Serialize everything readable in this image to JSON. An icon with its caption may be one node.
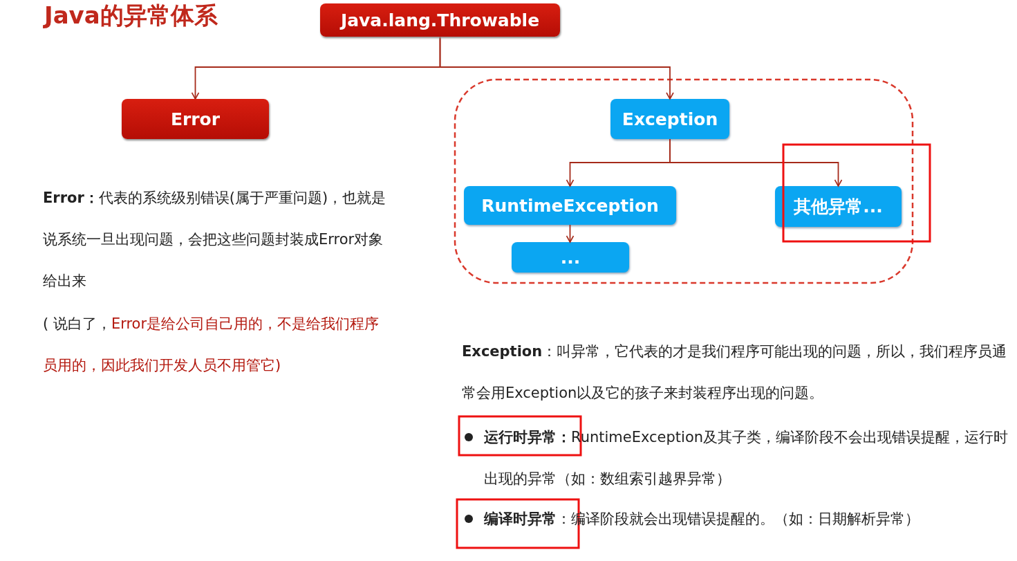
{
  "diagram": {
    "title": "Java的异常体系",
    "nodes": [
      {
        "text": [
          "Java.lang.Throwable"
        ]
      },
      {
        "text": [
          "Error"
        ]
      },
      {
        "text": [],
        "shape": "box"
      },
      {
        "text": [
          "Exception"
        ],
        "in": 2
      },
      {
        "text": [
          "RuntimeException"
        ],
        "in": 2
      },
      {
        "text": [
          "其他异常..."
        ],
        "in": 2
      },
      {
        "text": [
          "..."
        ],
        "in": 2
      }
    ],
    "edges": [
      {
        "from": 0,
        "to": 1,
        "arrow": "to"
      },
      {
        "from": 0,
        "to": 3,
        "arrow": "to"
      },
      {
        "from": 3,
        "to": 4,
        "arrow": "to"
      },
      {
        "from": 3,
        "to": 5,
        "arrow": "to"
      },
      {
        "from": 4,
        "to": 6,
        "arrow": "to"
      }
    ],
    "labels": [
      "**Error：**代表的系统级别错误(属于严重问题)，也就是说系统一旦出现问题，会把这些问题封装成Error对象给出来",
      "( 说白了，",
      "Error是给公司自己用的，不是给我们程序员用的，因此我们开发人员不用管它)",
      "**Exception**：叫异常，它代表的才是我们程序可能出现的问题，所以，我们程序员通常会用Exception以及它的孩子来封装程序出现的问题。",
      "**运行时异常：**RuntimeException及其子类，编译阶段不会出现错误提醒，运行时出现的异常（如：数组索引越界异常）",
      "**编译时异常**：编译阶段就会出现错误提醒的。（如：日期解析异常）"
    ]
  }
}
